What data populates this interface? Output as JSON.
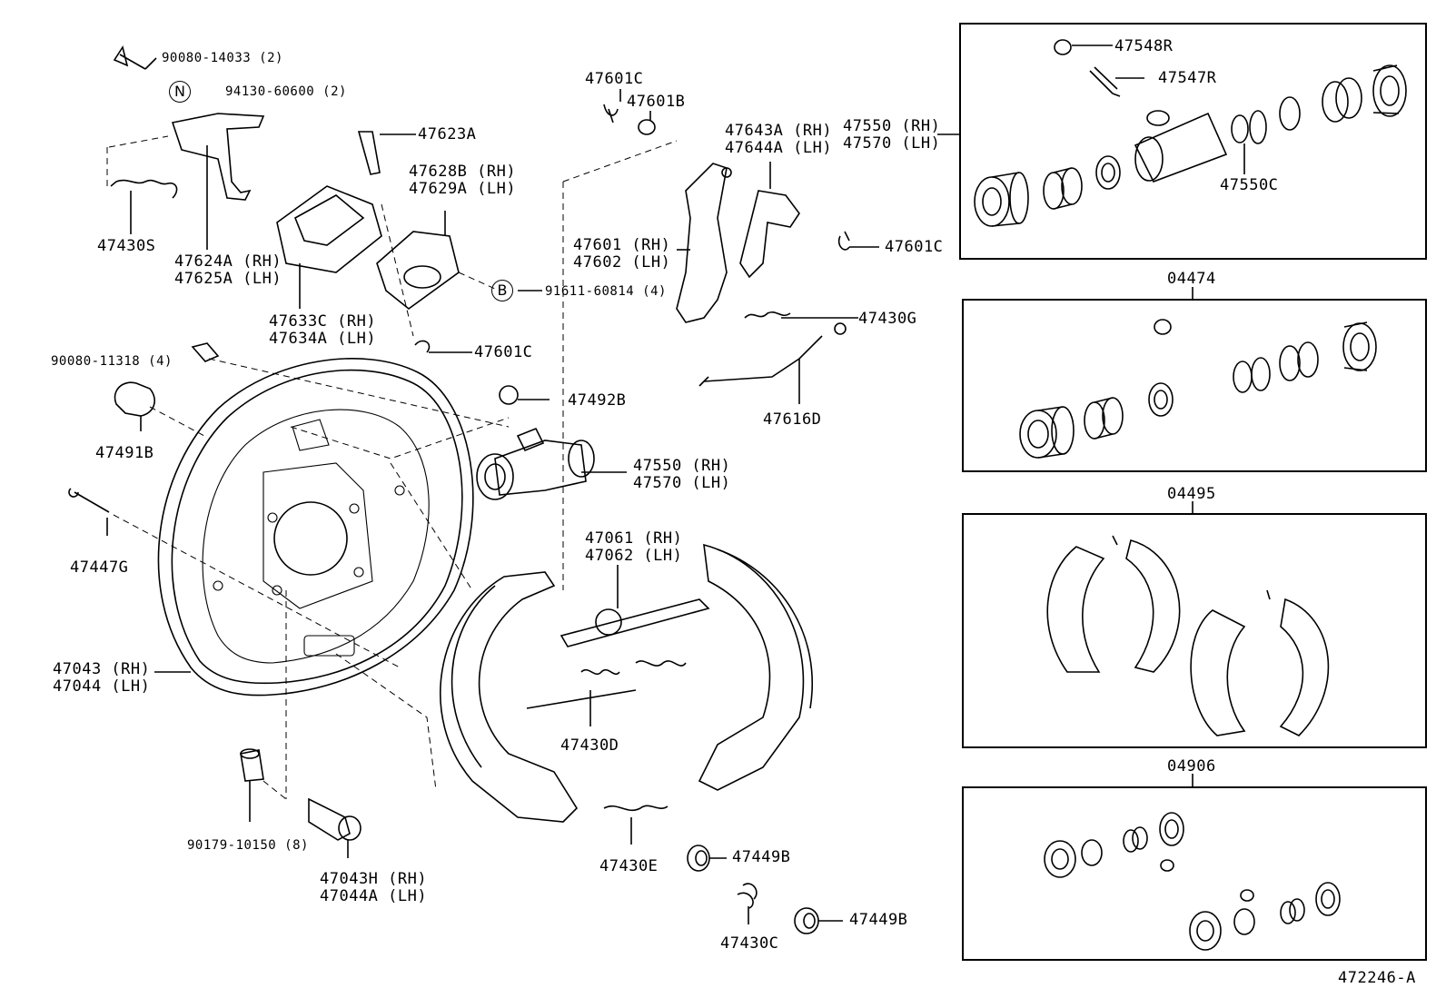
{
  "diagram_id": "472246-A",
  "symbols": {
    "n_marker": "N",
    "b_marker": "B"
  },
  "labels": {
    "p90080_14033": {
      "num": "90080-14033",
      "qty": "(2)"
    },
    "p94130_60600": {
      "num": "94130-60600",
      "qty": "(2)"
    },
    "p47430S": "47430S",
    "p47624A": [
      "47624A (RH)",
      "47625A (LH)"
    ],
    "p47623A": "47623A",
    "p47628B": [
      "47628B (RH)",
      "47629A (LH)"
    ],
    "p47633C": [
      "47633C (RH)",
      "47634A (LH)"
    ],
    "p91611": {
      "num": "91611-60814",
      "qty": "(4)"
    },
    "p47601C_a": "47601C",
    "p47601C_top": "47601C",
    "p47601B": "47601B",
    "p47643A": [
      "47643A (RH)",
      "47644A (LH)"
    ],
    "p47601": [
      "47601 (RH)",
      "47602 (LH)"
    ],
    "p47601C_right": "47601C",
    "p47430G": "47430G",
    "p47616D": "47616D",
    "p90080_11318": {
      "num": "90080-11318",
      "qty": "(4)"
    },
    "p47491B": "47491B",
    "p47492B": "47492B",
    "p47550_mid": [
      "47550 (RH)",
      "47570 (LH)"
    ],
    "p47447G": "47447G",
    "p47061": [
      "47061 (RH)",
      "47062 (LH)"
    ],
    "p47043": [
      "47043 (RH)",
      "47044 (LH)"
    ],
    "p47430D": "47430D",
    "p90179": {
      "num": "90179-10150",
      "qty": "(8)"
    },
    "p47043H": [
      "47043H (RH)",
      "47044A (LH)"
    ],
    "p47430E": "47430E",
    "p47449B_a": "47449B",
    "p47449B_b": "47449B",
    "p47430C": "47430C",
    "p47548R": "47548R",
    "p47547R": "47547R",
    "p47550_box": [
      "47550 (RH)",
      "47570 (LH)"
    ],
    "p47550C": "47550C",
    "kit_04474": "04474",
    "kit_04495": "04495",
    "kit_04906": "04906"
  }
}
